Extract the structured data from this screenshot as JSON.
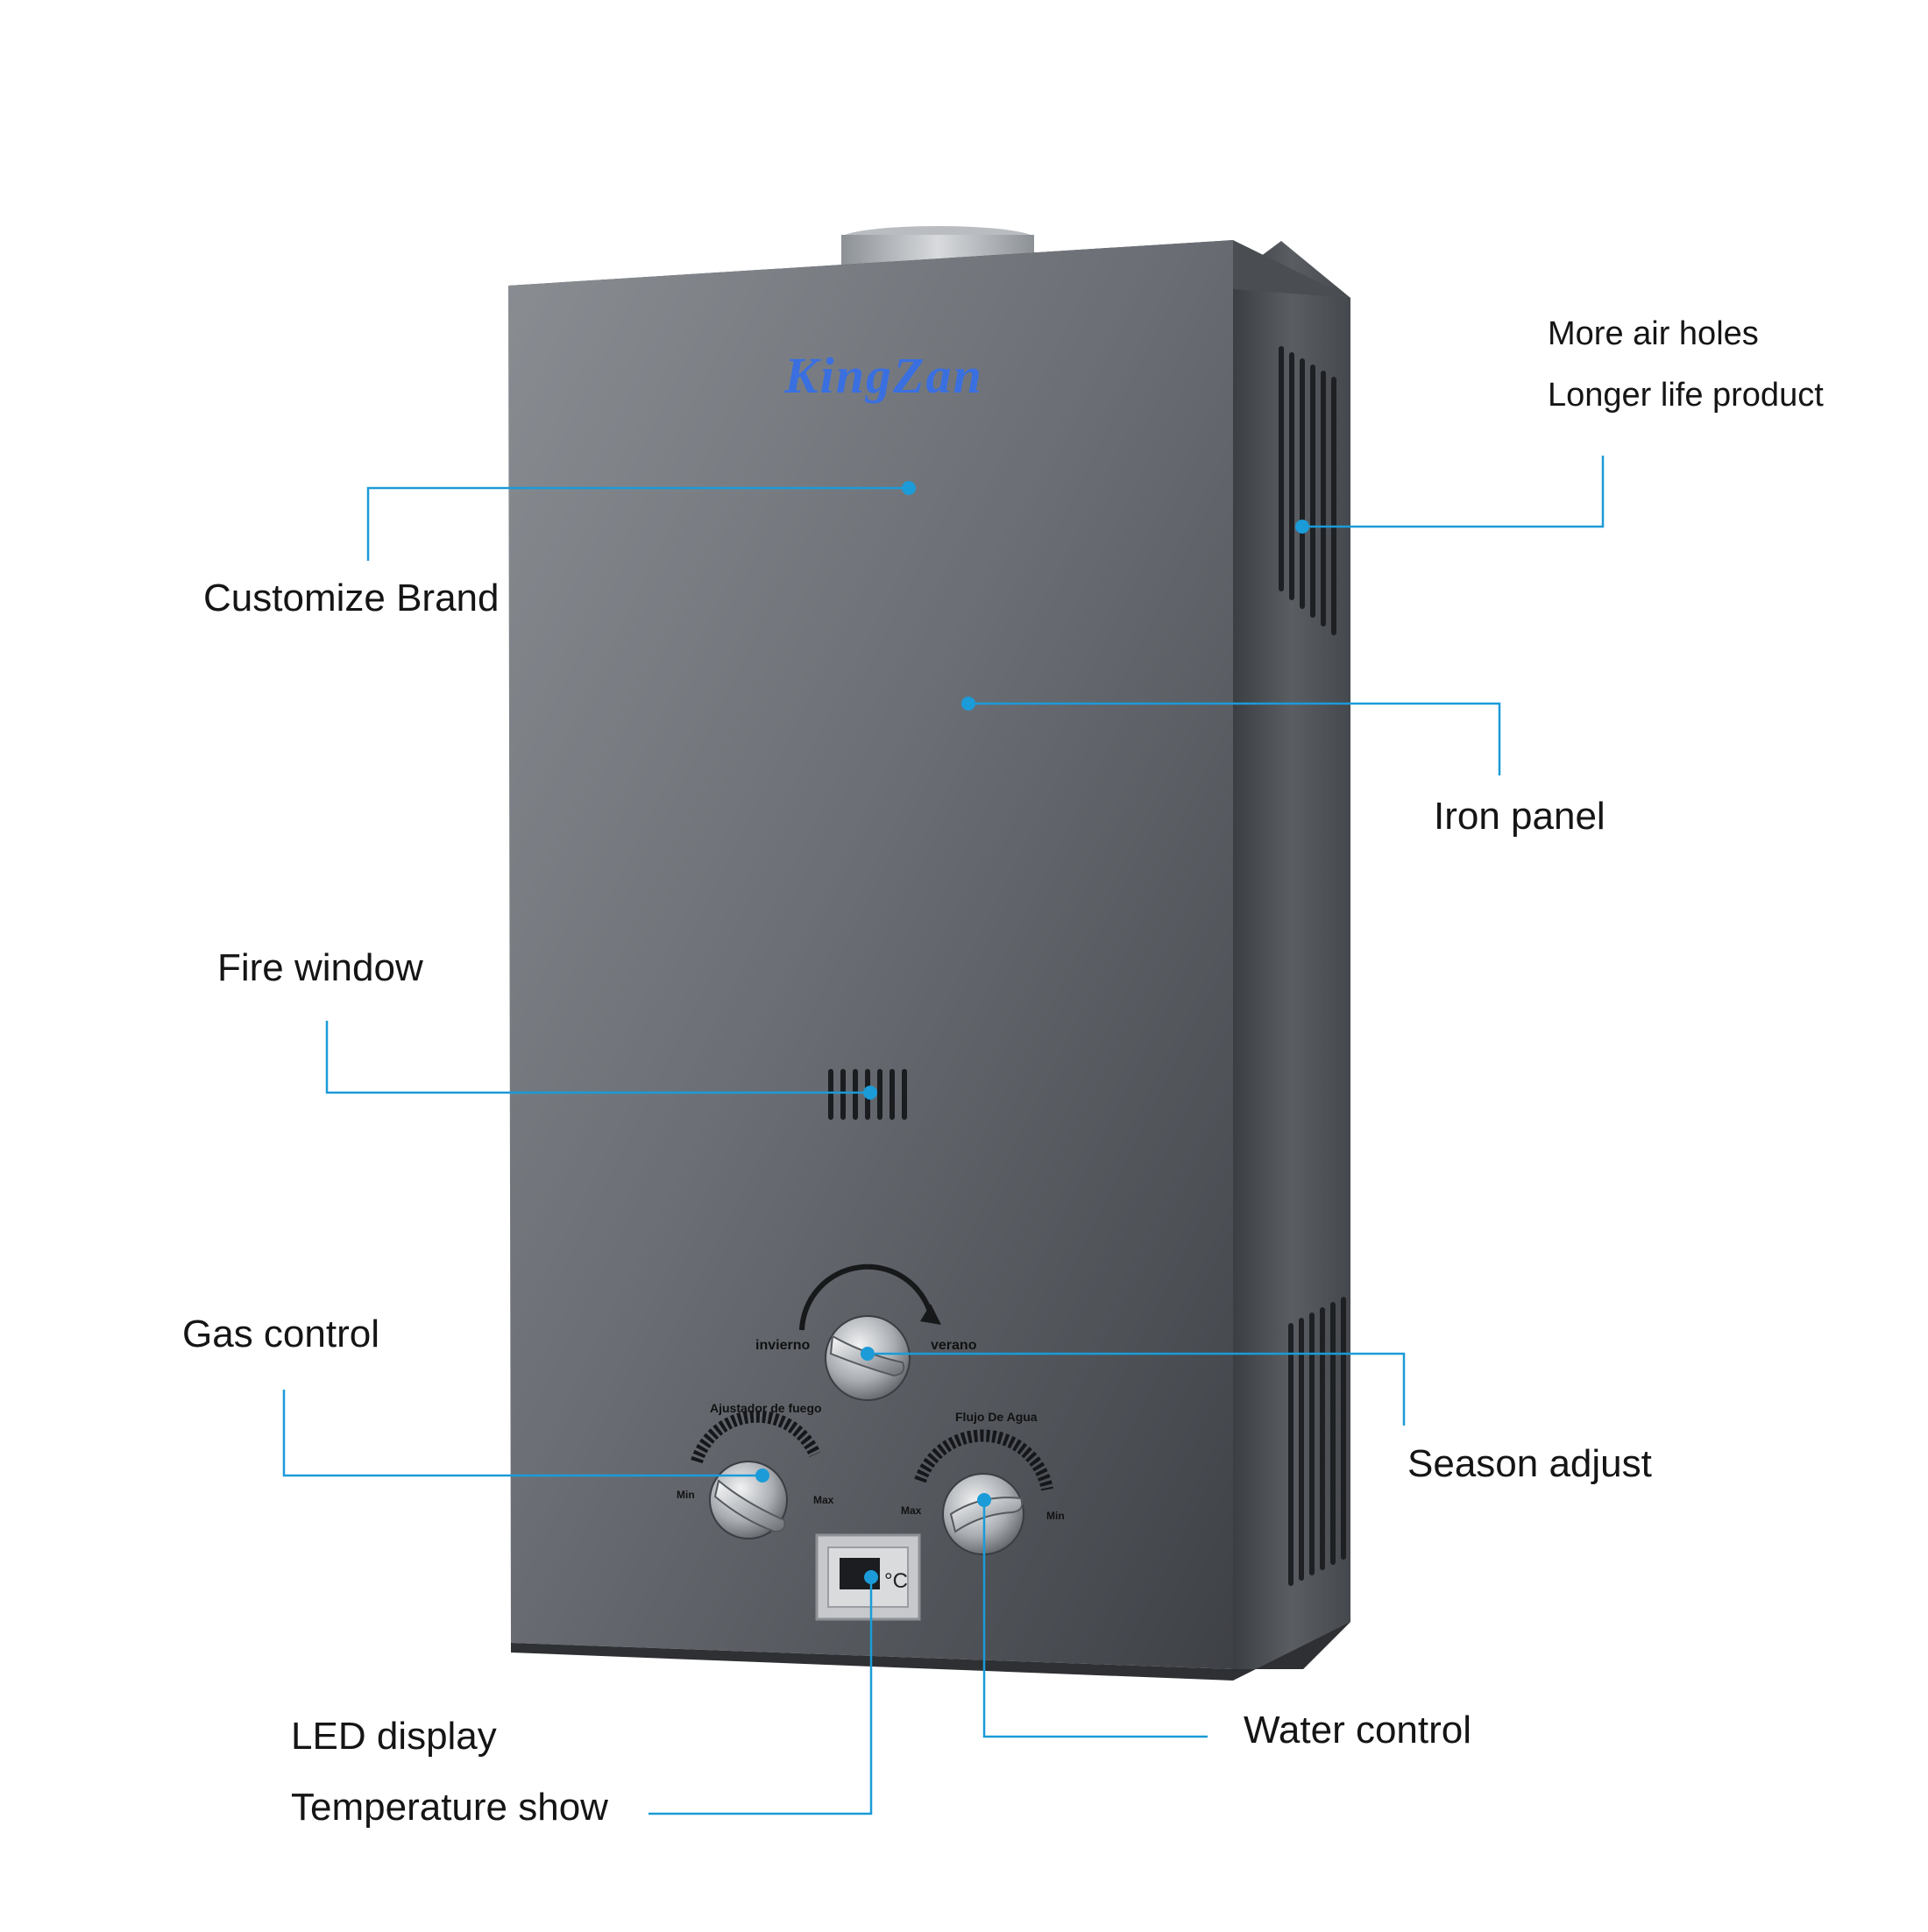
{
  "brand": {
    "logo_text": "KingZan"
  },
  "callouts": {
    "customize_brand": "Customize Brand",
    "air_holes_line1": "More air holes",
    "air_holes_line2": "Longer life product",
    "iron_panel": "Iron panel",
    "fire_window": "Fire window",
    "gas_control": "Gas control",
    "season_adjust": "Season adjust",
    "led_display": "LED display",
    "temperature_show": "Temperature show",
    "water_control": "Water control"
  },
  "panel_text": {
    "invierno": "invierno",
    "verano": "verano",
    "gas_knob_title": "Ajustador de fuego",
    "water_knob_title": "Flujo De Agua",
    "min": "Min",
    "max": "Max",
    "celsius": "°C"
  },
  "colors": {
    "callout_line": "#1b9bd8",
    "body_gray": "#5c6066",
    "logo_blue": "#3a6fe0"
  }
}
